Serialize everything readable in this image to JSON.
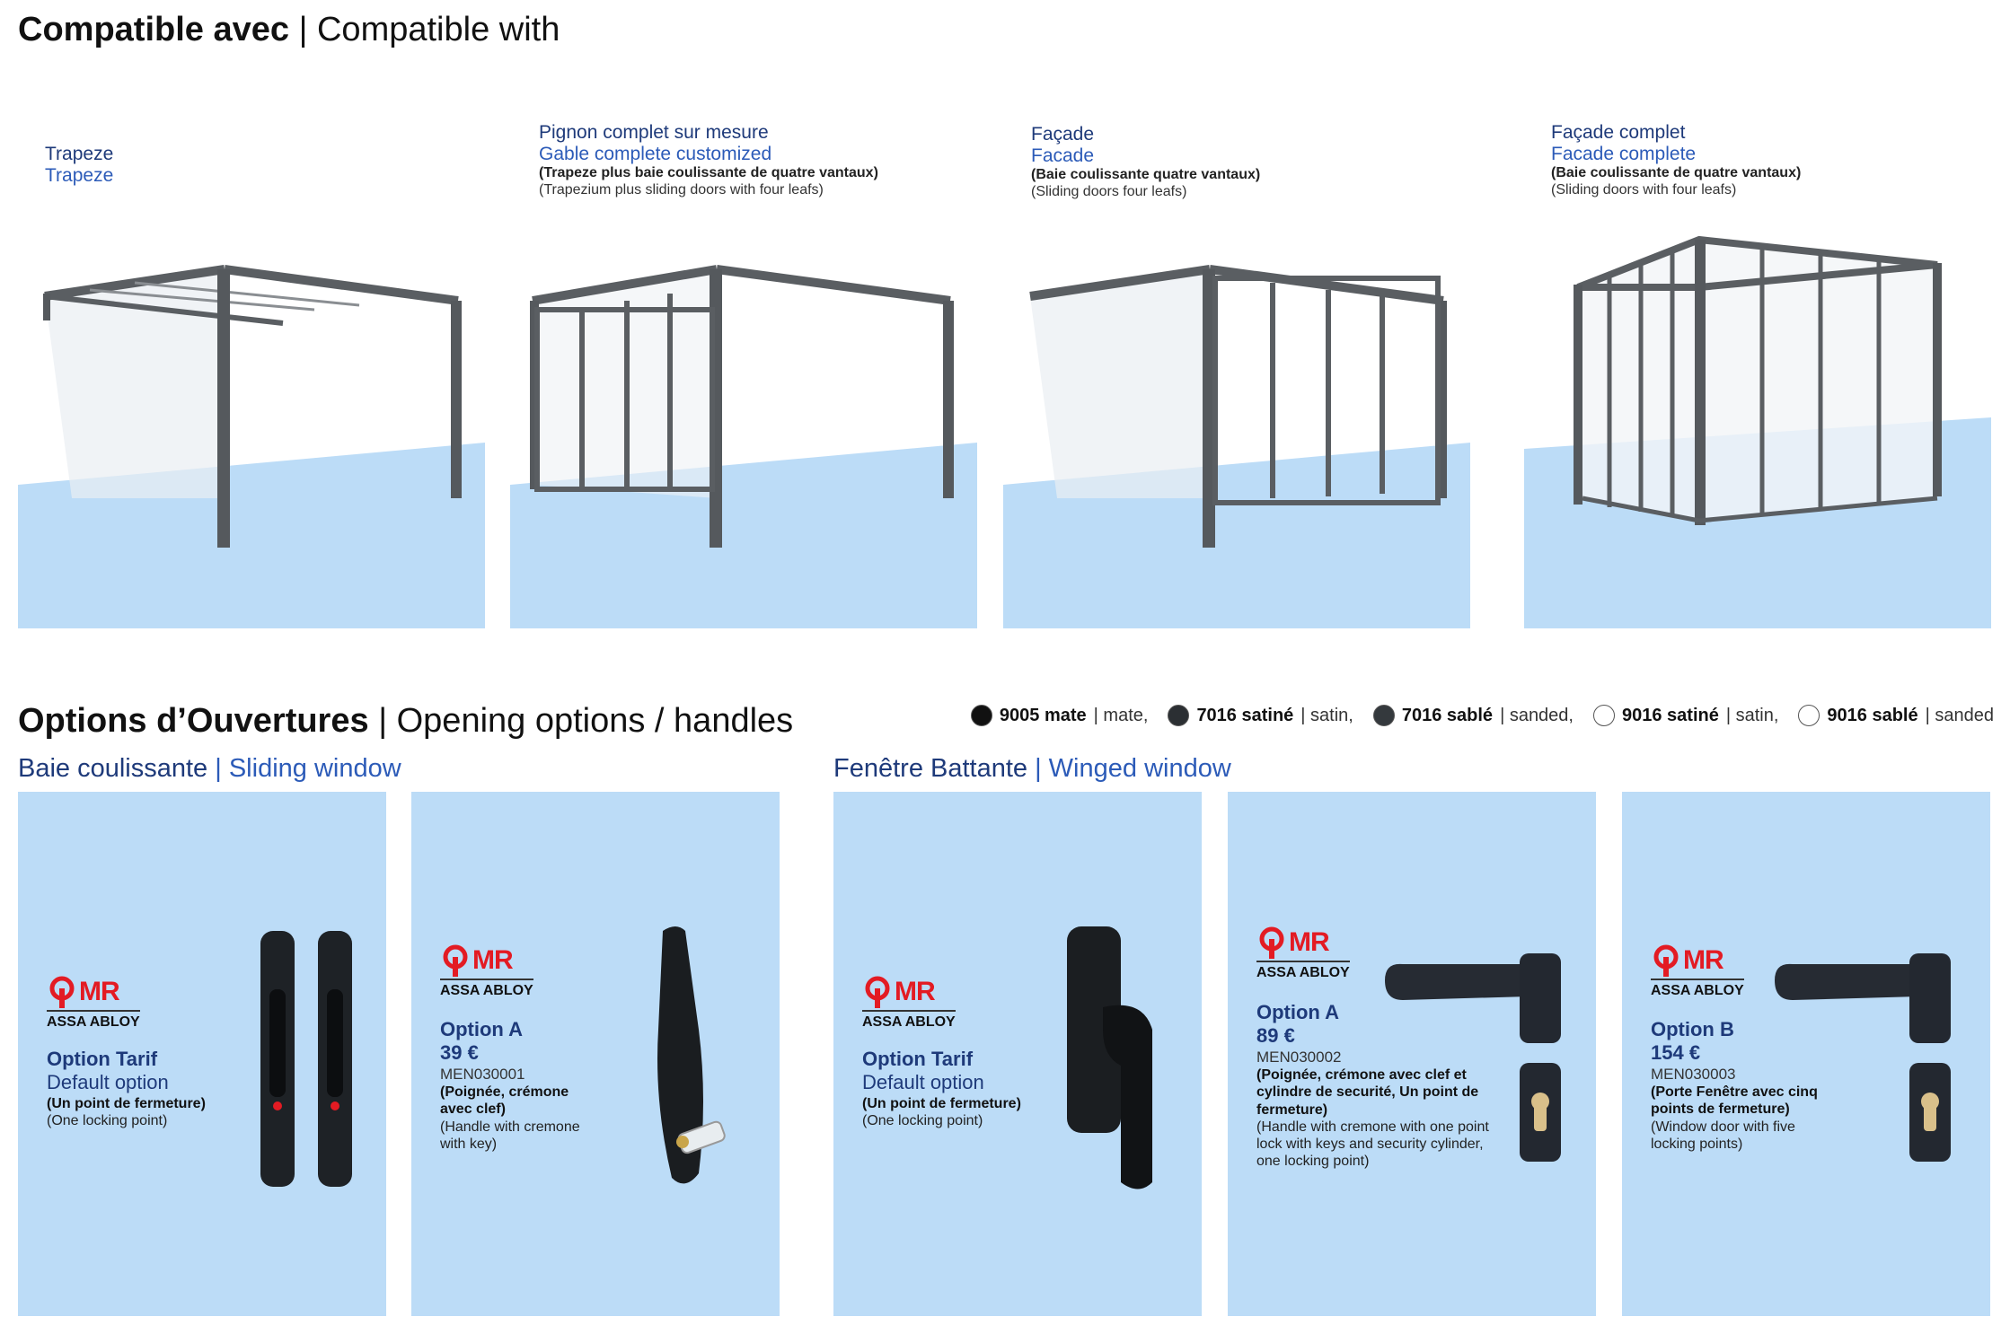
{
  "compat": {
    "title_bold": "Compatible avec",
    "title_light": "| Compatible with",
    "items": [
      {
        "fr": "Trapeze",
        "en": "Trapeze",
        "sub": "",
        "sub2": ""
      },
      {
        "fr": "Pignon complet sur mesure",
        "en": "Gable complete customized",
        "sub": "(Trapeze plus baie coulissante de quatre vantaux)",
        "sub2": "(Trapezium plus sliding doors with four leafs)"
      },
      {
        "fr": "Façade",
        "en": "Facade",
        "sub": "(Baie coulissante quatre vantaux)",
        "sub2": "(Sliding doors four leafs)"
      },
      {
        "fr": "Façade complet",
        "en": "Facade complete",
        "sub": "(Baie coulissante de quatre vantaux)",
        "sub2": "(Sliding doors with four leafs)"
      }
    ]
  },
  "options": {
    "title_bold": "Options d’Ouvertures",
    "title_light": "| Opening options / handles",
    "colors": [
      {
        "code": "9005 mate",
        "en": "| mate,",
        "hex": "#111111"
      },
      {
        "code": "7016 satiné",
        "en": "| satin,",
        "hex": "#2b2f33"
      },
      {
        "code": "7016 sablé",
        "en": "| sanded,",
        "hex": "#34393d"
      },
      {
        "code": "9016 satiné",
        "en": "| satin,",
        "hex": "#ffffff"
      },
      {
        "code": "9016 sablé",
        "en": "| sanded",
        "hex": "#ffffff"
      }
    ],
    "sliding": {
      "fr": "Baie coulissante",
      "en": "| Sliding window"
    },
    "winged": {
      "fr": "Fenêtre Battante",
      "en": "| Winged window"
    },
    "brand": {
      "mr": "MR",
      "assa": "ASSA ABLOY"
    },
    "panels": [
      {
        "opt": "Option Tarif",
        "opt_en": "Default option",
        "price": "",
        "code": "",
        "desc_fr": "(Un point de fermeture)",
        "desc_en": "(One locking point)"
      },
      {
        "opt": "Option A",
        "opt_en": "",
        "price": "39 €",
        "code": "MEN030001",
        "desc_fr": "(Poignée, crémone avec clef)",
        "desc_en": "(Handle with cremone with key)"
      },
      {
        "opt": "Option Tarif",
        "opt_en": "Default option",
        "price": "",
        "code": "",
        "desc_fr": "(Un point de fermeture)",
        "desc_en": "(One locking point)"
      },
      {
        "opt": "Option A",
        "opt_en": "",
        "price": "89 €",
        "code": "MEN030002",
        "desc_fr": "(Poignée, crémone avec clef et cylindre de securité, Un point de fermeture)",
        "desc_en": "(Handle with cremone with one point lock with keys and security cylinder, one locking point)"
      },
      {
        "opt": "Option B",
        "opt_en": "",
        "price": "154 €",
        "code": "MEN030003",
        "desc_fr": "(Porte Fenêtre avec cinq points de fermeture)",
        "desc_en": "(Window door with five locking points)"
      }
    ]
  }
}
